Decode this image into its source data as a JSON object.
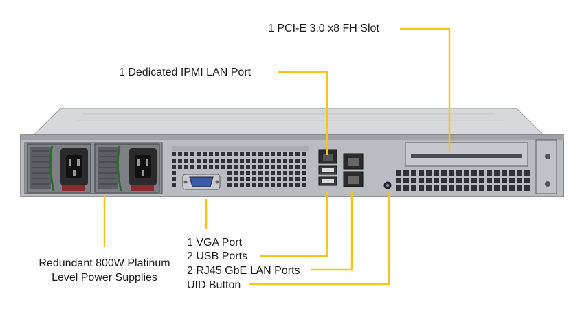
{
  "labels": {
    "pcie_slot": "1 PCI-E 3.0 x8 FH Slot",
    "ipmi_port": "1 Dedicated IPMI  LAN Port",
    "vga_port": "1 VGA Port",
    "usb_ports": "2  USB Ports",
    "rj45_ports": "2 RJ45 GbE LAN Ports",
    "uid_button": "UID Button",
    "psu_line1": "Redundant  800W Platinum",
    "psu_line2": "Level Power Supplies"
  },
  "colors": {
    "callout": "#f5c518",
    "chassis": "#b9bcc0",
    "chassis_dark": "#4a4d52",
    "psu_body": "#2b2b2b"
  }
}
